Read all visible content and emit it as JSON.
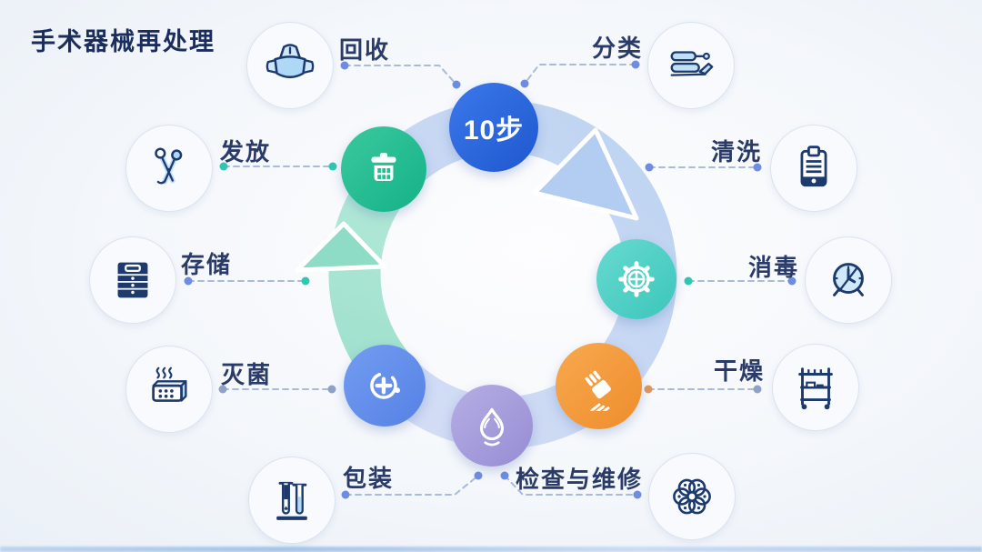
{
  "title": "手术器械再处理",
  "center_badge": {
    "label": "10步"
  },
  "steps": [
    {
      "label": "回收",
      "icon": "surgical-cap-mask-icon"
    },
    {
      "label": "分类",
      "icon": "surgical-instruments-icon"
    },
    {
      "label": "清洗",
      "icon": "washer-device-icon"
    },
    {
      "label": "消毒",
      "icon": "timer-clock-icon"
    },
    {
      "label": "干燥",
      "icon": "drying-cart-icon"
    },
    {
      "label": "检查与维修",
      "icon": "microbe-colony-icon"
    },
    {
      "label": "包装",
      "icon": "test-tubes-icon"
    },
    {
      "label": "灭菌",
      "icon": "sterilizer-box-icon"
    },
    {
      "label": "存储",
      "icon": "storage-cabinet-icon"
    },
    {
      "label": "发放",
      "icon": "forceps-icon"
    }
  ],
  "ring_badges": [
    {
      "icon": "trash-bin-icon",
      "color": "#1fb890"
    },
    {
      "icon": "gear-icon",
      "color": "#4accc2"
    },
    {
      "icon": "brush-icon",
      "color": "#f2953d"
    },
    {
      "icon": "water-drop-icon",
      "color": "#a29ad9"
    },
    {
      "icon": "target-plus-icon",
      "color": "#5e8aeb"
    }
  ],
  "colors": {
    "title_text": "#1b2d5c",
    "label_text": "#2b3b68",
    "ring_blue": "#c7d9f4",
    "ring_mint": "#a8e3d2",
    "center_blue": "#2563d9",
    "dot_blue": "#6d8de2",
    "dot_teal": "#2fc7b1",
    "dot_orange": "#e0975c"
  }
}
